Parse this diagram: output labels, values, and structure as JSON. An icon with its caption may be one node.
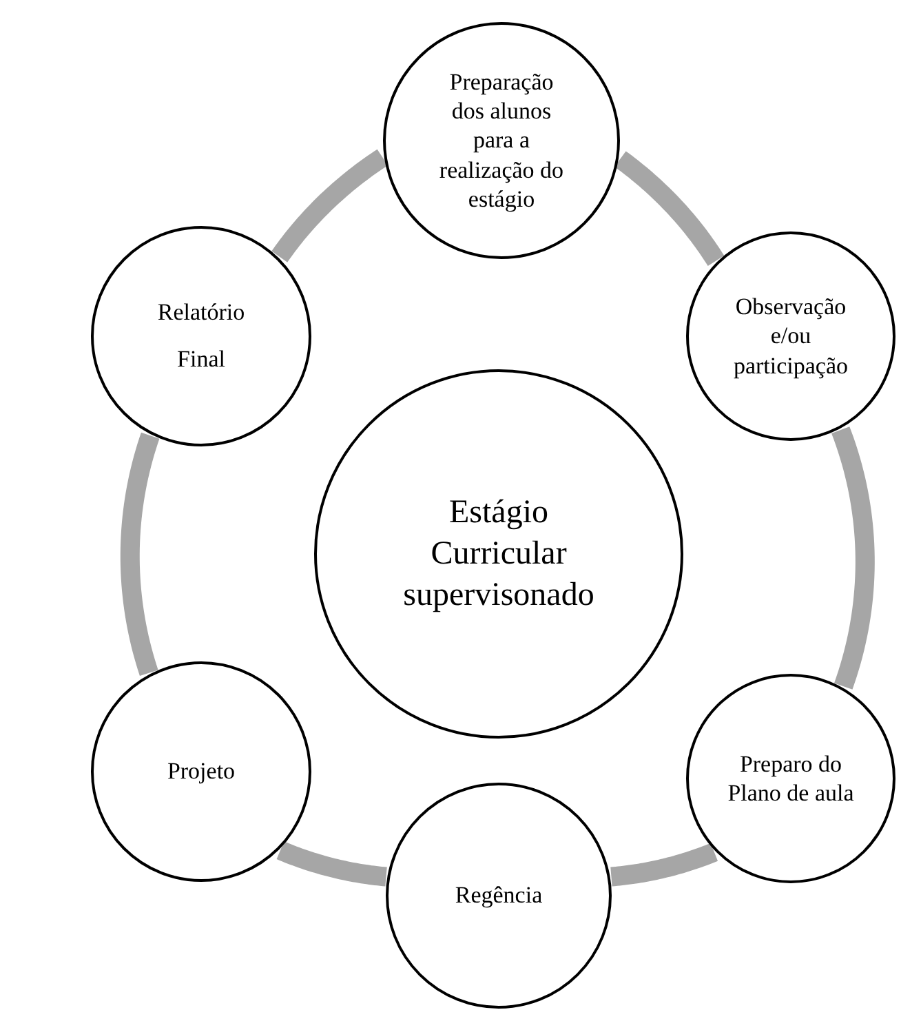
{
  "diagram": {
    "nodes": [
      {
        "text": [
          "Estágio Curricular supervisonado"
        ]
      },
      {
        "text": [
          "Preparação dos alunos para a realização do estágio"
        ]
      },
      {
        "text": [
          "Observação e/ou participação"
        ]
      },
      {
        "text": [
          "Preparo do Plano de aula"
        ]
      },
      {
        "text": [
          "Regência"
        ]
      },
      {
        "text": [
          "Projeto"
        ]
      },
      {
        "text": [
          "Relatório Final"
        ]
      }
    ],
    "edges": [
      {
        "from": 1,
        "to": 2,
        "arrow": "none"
      },
      {
        "from": 2,
        "to": 3,
        "arrow": "none"
      },
      {
        "from": 3,
        "to": 4,
        "arrow": "none"
      },
      {
        "from": 4,
        "to": 5,
        "arrow": "none"
      },
      {
        "from": 5,
        "to": 6,
        "arrow": "none"
      },
      {
        "from": 6,
        "to": 1,
        "arrow": "none"
      }
    ]
  }
}
